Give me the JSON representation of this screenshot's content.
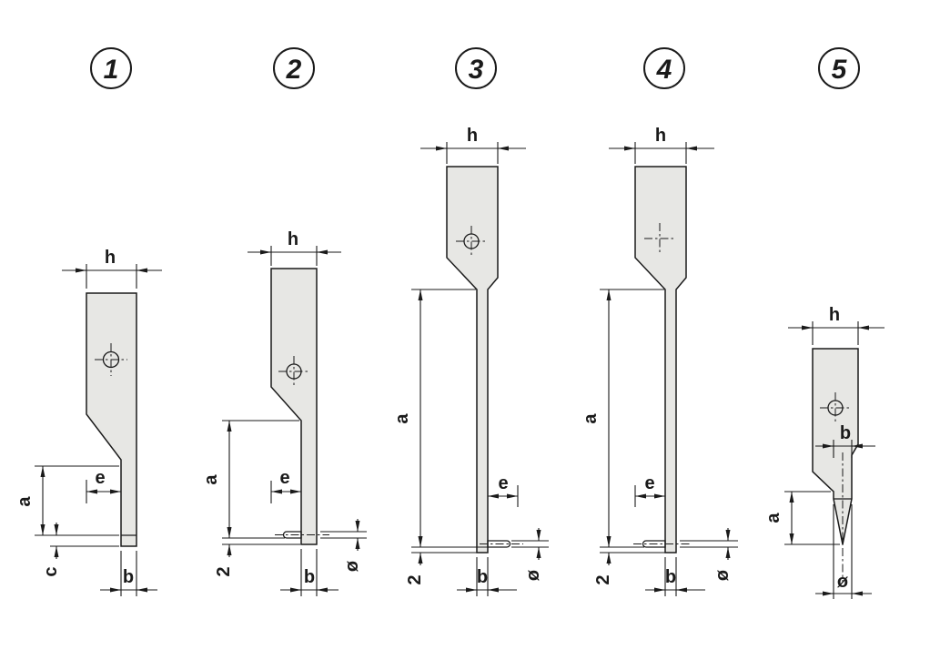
{
  "drawing": {
    "background": "#ffffff",
    "colors": {
      "part_fill": "#e7e7e4",
      "line": "#1a1a1a"
    }
  },
  "figures": [
    {
      "number": "1",
      "dims": {
        "h": "h",
        "a": "a",
        "e": "e",
        "c": "c",
        "b": "b"
      }
    },
    {
      "number": "2",
      "dims": {
        "h": "h",
        "a": "a",
        "e": "e",
        "two": "2",
        "b": "b",
        "dia": "ø"
      }
    },
    {
      "number": "3",
      "dims": {
        "h": "h",
        "a": "a",
        "e": "e",
        "two": "2",
        "b": "b",
        "dia": "ø"
      }
    },
    {
      "number": "4",
      "dims": {
        "h": "h",
        "a": "a",
        "e": "e",
        "two": "2",
        "b": "b",
        "dia": "ø"
      }
    },
    {
      "number": "5",
      "dims": {
        "h": "h",
        "b": "b",
        "a": "a",
        "dia": "ø"
      }
    }
  ]
}
